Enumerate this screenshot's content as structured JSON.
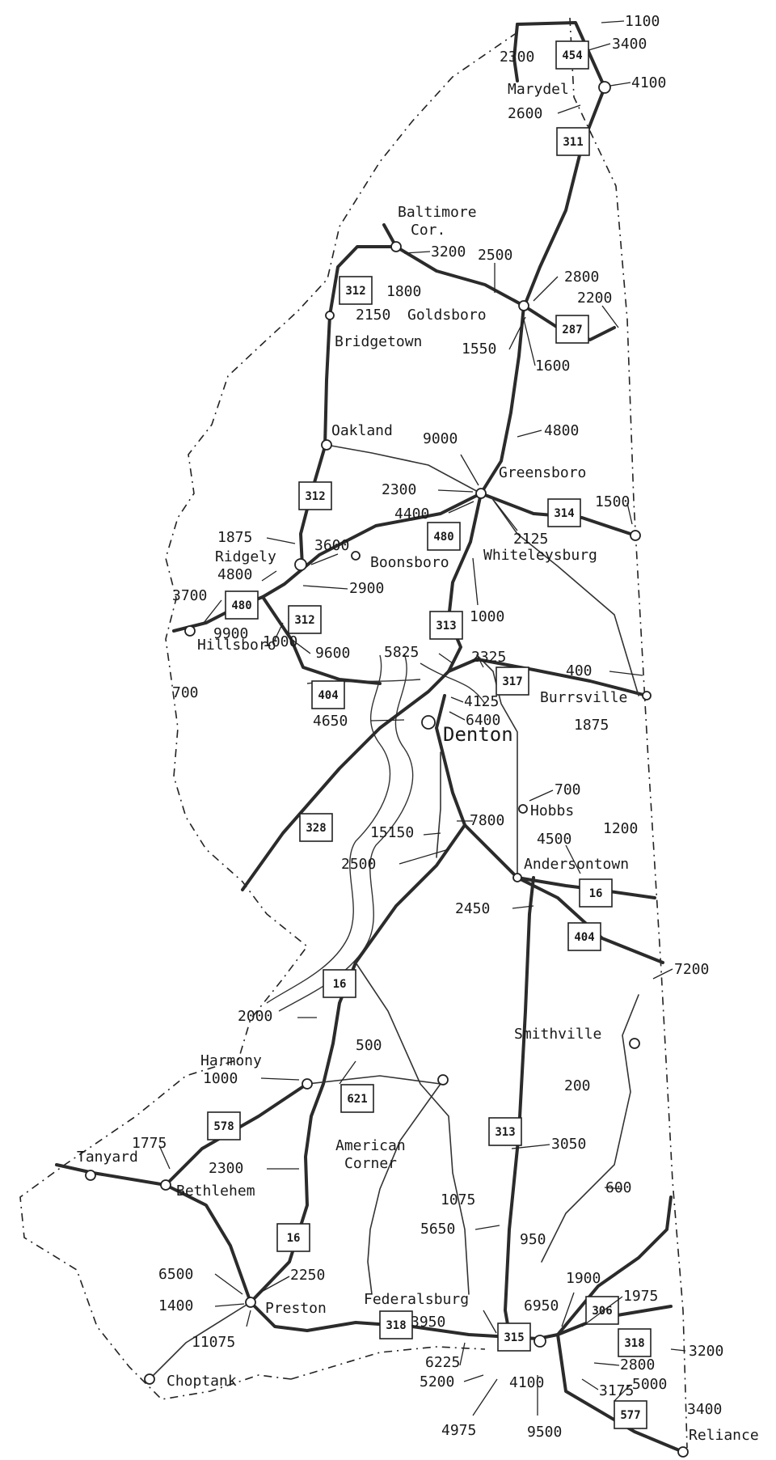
{
  "towns": [
    {
      "id": "marydel",
      "label": "Marydel"
    },
    {
      "id": "baltimore-cor",
      "label": "Baltimore",
      "label2": "Cor."
    },
    {
      "id": "goldsboro",
      "label": "Goldsboro"
    },
    {
      "id": "bridgetown",
      "label": "Bridgetown"
    },
    {
      "id": "oakland",
      "label": "Oakland"
    },
    {
      "id": "greensboro",
      "label": "Greensboro"
    },
    {
      "id": "ridgely",
      "label": "Ridgely"
    },
    {
      "id": "boonsboro",
      "label": "Boonsboro"
    },
    {
      "id": "whiteleysburg",
      "label": "Whiteleysburg"
    },
    {
      "id": "hillsboro",
      "label": "Hillsboro"
    },
    {
      "id": "denton",
      "label": "Denton"
    },
    {
      "id": "burrsville",
      "label": "Burrsville"
    },
    {
      "id": "hobbs",
      "label": "Hobbs"
    },
    {
      "id": "andersontown",
      "label": "Andersontown"
    },
    {
      "id": "harmony",
      "label": "Harmony"
    },
    {
      "id": "smithville",
      "label": "Smithville"
    },
    {
      "id": "tanyard",
      "label": "Tanyard"
    },
    {
      "id": "bethlehem",
      "label": "Bethlehem"
    },
    {
      "id": "american-corner",
      "label": "American",
      "label2": "Corner"
    },
    {
      "id": "preston",
      "label": "Preston"
    },
    {
      "id": "federalsburg",
      "label": "Federalsburg"
    },
    {
      "id": "choptank",
      "label": "Choptank"
    },
    {
      "id": "reliance",
      "label": "Reliance"
    }
  ],
  "route_shields": [
    "454",
    "311",
    "312",
    "287",
    "312",
    "314",
    "480",
    "480",
    "312",
    "313",
    "317",
    "404",
    "328",
    "16",
    "404",
    "16",
    "621",
    "578",
    "313",
    "16",
    "306",
    "318",
    "315",
    "318",
    "577"
  ],
  "traffic_volumes": [
    "1100",
    "3400",
    "2300",
    "4100",
    "2600",
    "3200",
    "2500",
    "1800",
    "2800",
    "2200",
    "2150",
    "1550",
    "1600",
    "4800",
    "9000",
    "2300",
    "4400",
    "1500",
    "1875",
    "3600",
    "2125",
    "4800",
    "2900",
    "3700",
    "1000",
    "9900",
    "1000",
    "5825",
    "2325",
    "9600",
    "700",
    "400",
    "4125",
    "6400",
    "4650",
    "1875",
    "700",
    "1200",
    "15150",
    "7800",
    "4500",
    "2500",
    "2450",
    "7200",
    "2000",
    "500",
    "1000",
    "200",
    "1775",
    "2300",
    "3050",
    "1075",
    "600",
    "5650",
    "950",
    "6500",
    "2250",
    "1900",
    "1975",
    "1400",
    "6950",
    "3950",
    "11075",
    "3200",
    "6225",
    "2800",
    "5200",
    "4100",
    "3175",
    "4975",
    "9500",
    "5000",
    "3400"
  ]
}
